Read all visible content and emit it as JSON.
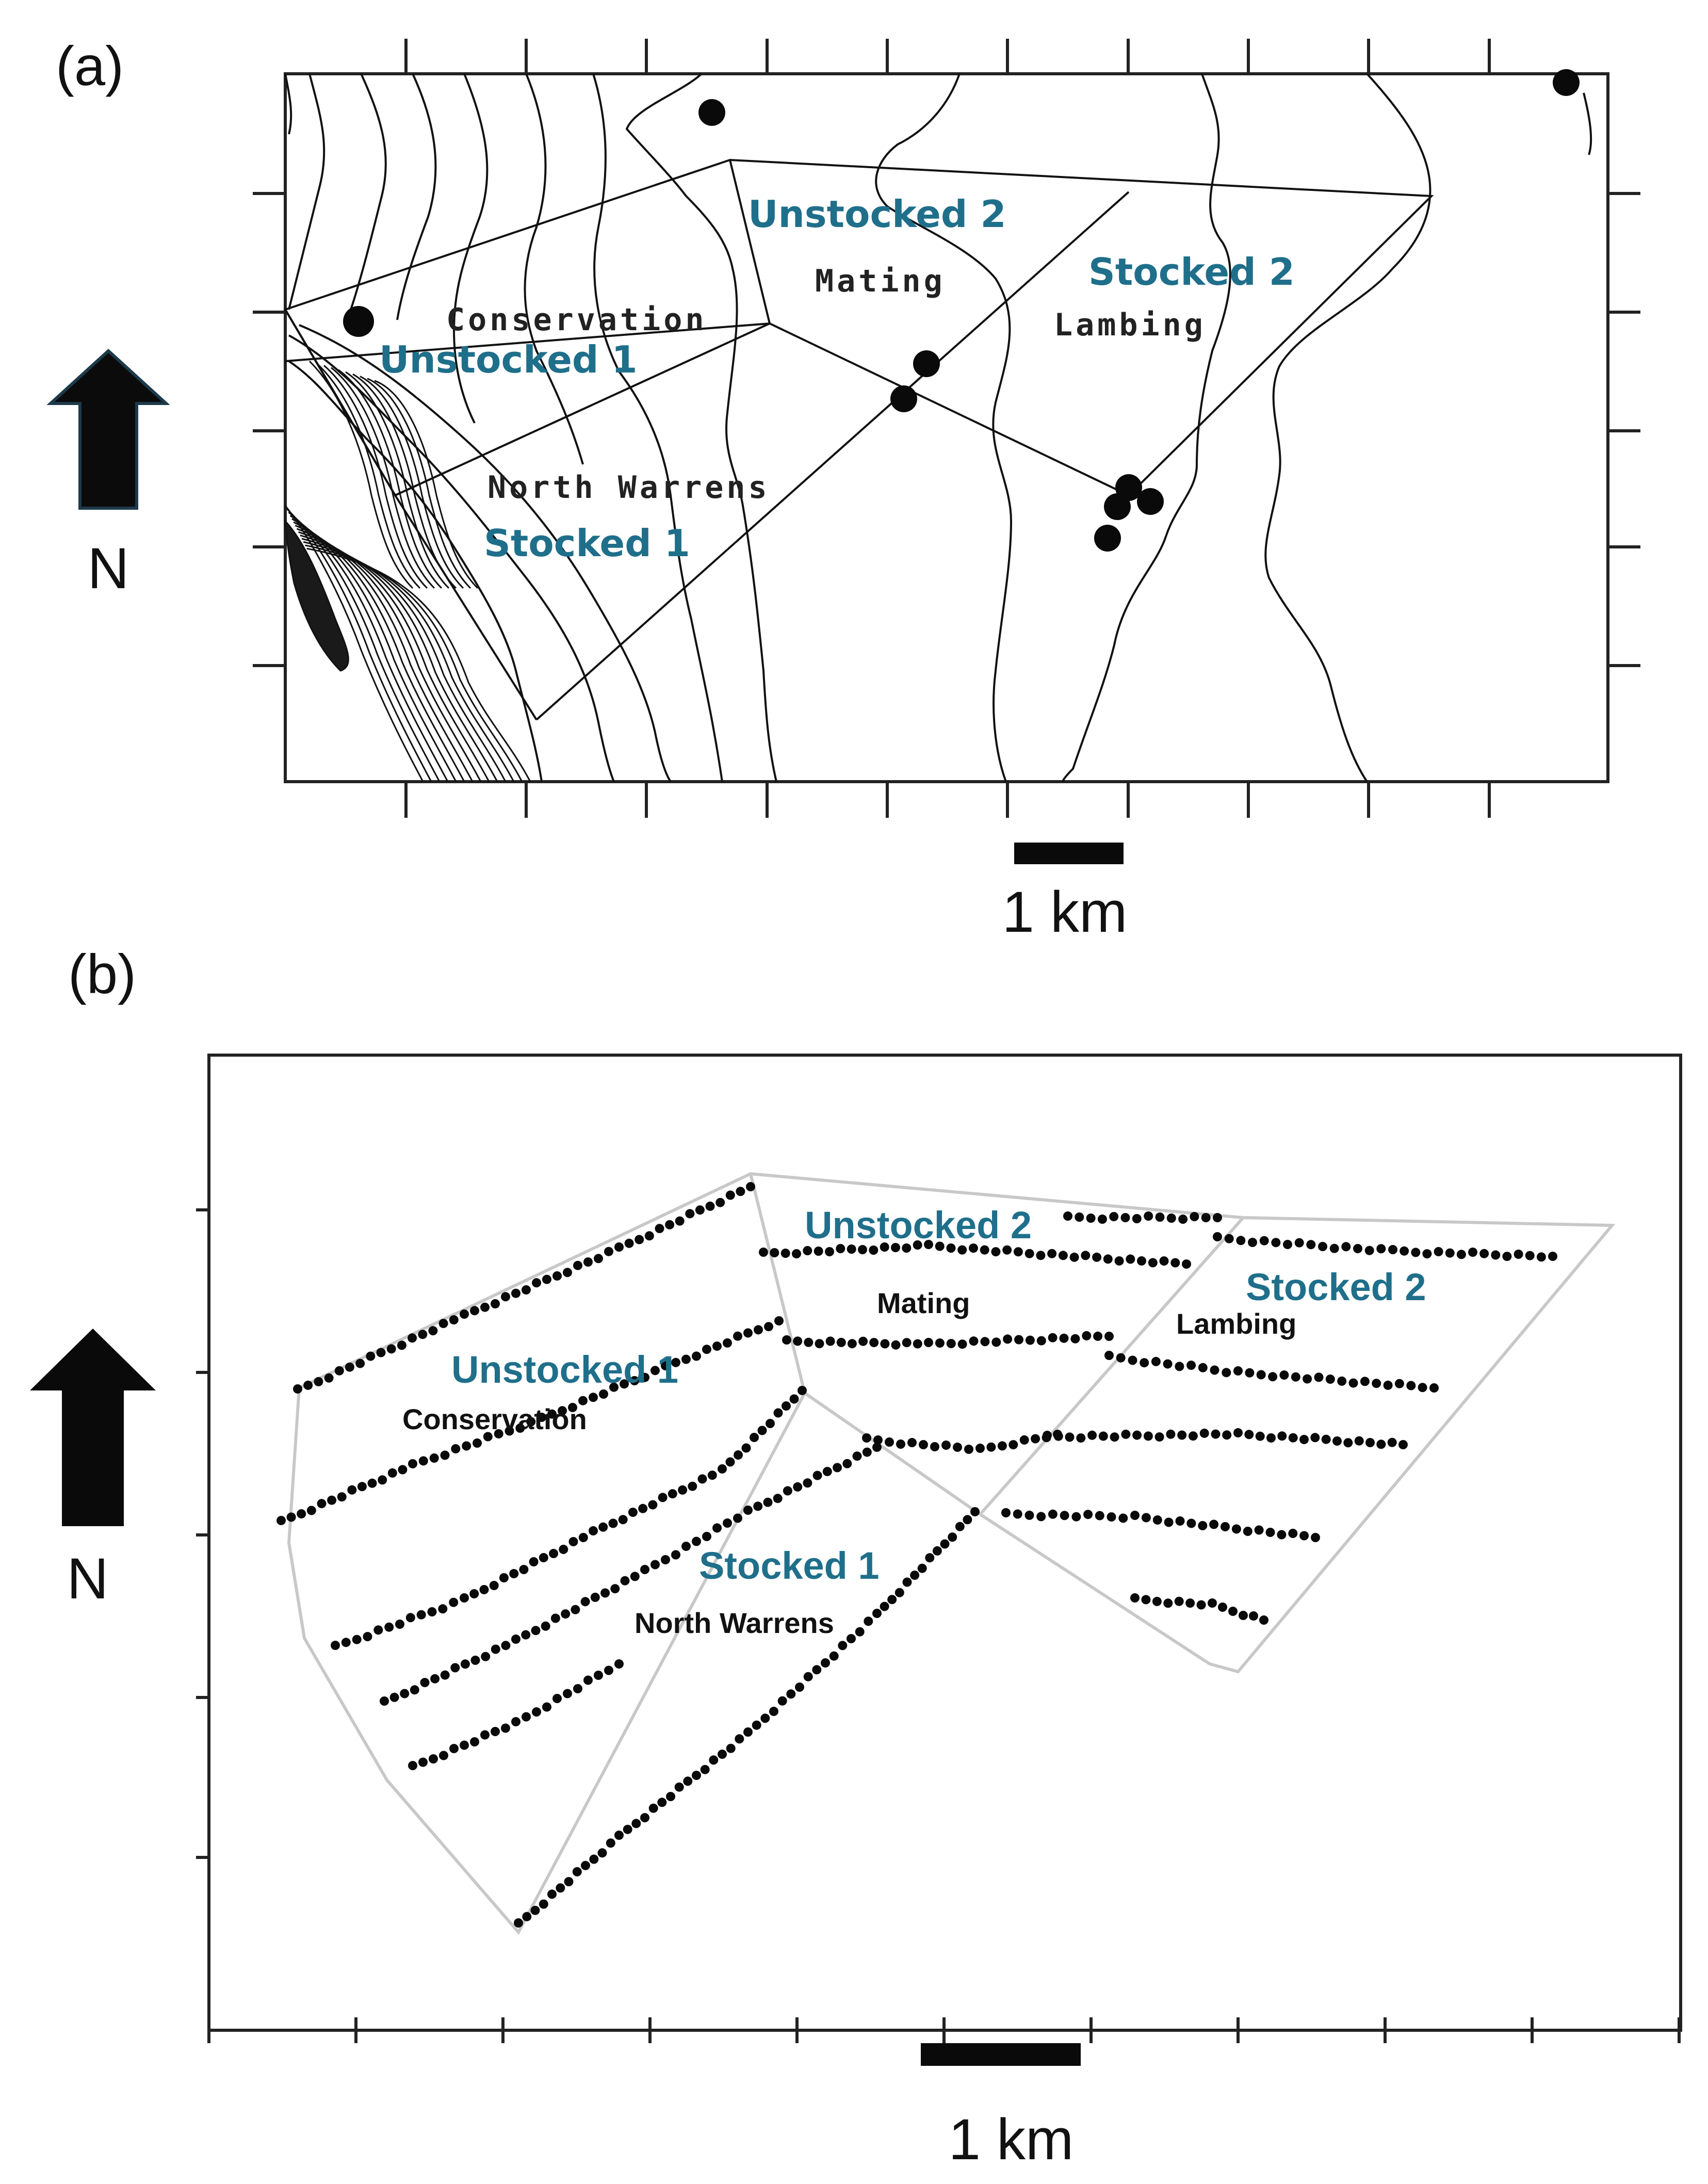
{
  "panel_a": {
    "label": "(a)",
    "north_label": "N",
    "scale_label": "1 km",
    "zones": {
      "unstocked1": "Unstocked 1",
      "unstocked2": "Unstocked 2",
      "stocked1": "Stocked 1",
      "stocked2": "Stocked 2"
    },
    "areas": {
      "conservation": "Conservation",
      "mating": "Mating",
      "lambing": "Lambing",
      "north_warrens": "North Warrens"
    }
  },
  "panel_b": {
    "label": "(b)",
    "north_label": "N",
    "scale_label": "1 km",
    "zones": {
      "unstocked1": "Unstocked 1",
      "unstocked2": "Unstocked 2",
      "stocked1": "Stocked 1",
      "stocked2": "Stocked 2"
    },
    "areas": {
      "conservation": "Conservation",
      "mating": "Mating",
      "lambing": "Lambing",
      "north_warrens": "North Warrens"
    }
  },
  "colors": {
    "zone_label": "#1f6f8b",
    "lines": "#111111",
    "boundary_b": "#c8c8c8"
  }
}
